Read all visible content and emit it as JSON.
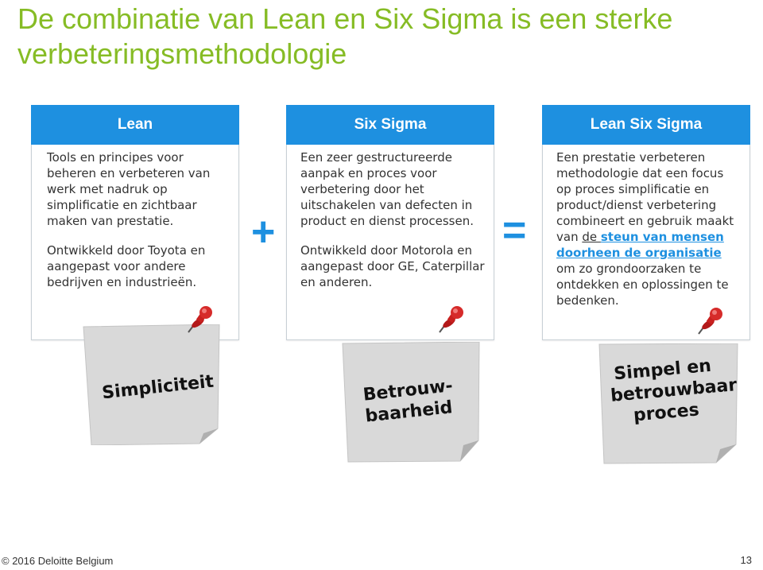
{
  "title": "De combinatie van Lean en Six Sigma is een sterke verbeteringsmethodologie",
  "columns": [
    {
      "header": "Lean",
      "paragraphs": [
        "Tools en principes voor beheren en verbeteren van werk met nadruk op simplificatie en zichtbaar maken van prestatie.",
        "Ontwikkeld door Toyota en aangepast voor andere bedrijven en industrieën."
      ]
    },
    {
      "header": "Six Sigma",
      "paragraphs": [
        "Een zeer gestructureerde aanpak en proces voor verbetering door het uitschakelen van defecten in product en dienst processen.",
        "Ontwikkeld door Motorola en aangepast door GE, Caterpillar en anderen."
      ]
    },
    {
      "header": "Lean Six Sigma",
      "text_before": "Een prestatie verbeteren methodologie dat een focus op proces simplificatie en product/dienst verbetering combineert en gebruik maakt van ",
      "link_lead": "de ",
      "link_text": "steun van mensen doorheen de organisatie ",
      "text_after": "om zo grondoorzaken te ontdekken en oplossingen te bedenken."
    }
  ],
  "operators": {
    "plus": "+",
    "equals": "="
  },
  "notes": [
    {
      "label": "Simpliciteit"
    },
    {
      "label_line1": "Betrouw-",
      "label_line2": "baarheid"
    },
    {
      "label_line1": "Simpel en",
      "label_line2": "betrouwbaar",
      "label_line3": "proces"
    }
  ],
  "footer": {
    "copyright": "© 2016 Deloitte Belgium"
  },
  "page_number": "13",
  "colors": {
    "accent_green": "#86bc25",
    "accent_blue": "#1e90e0",
    "note_gray": "#d9d9d9",
    "pin_red": "#c9201f"
  },
  "icons": [
    "pushpin-icon"
  ]
}
